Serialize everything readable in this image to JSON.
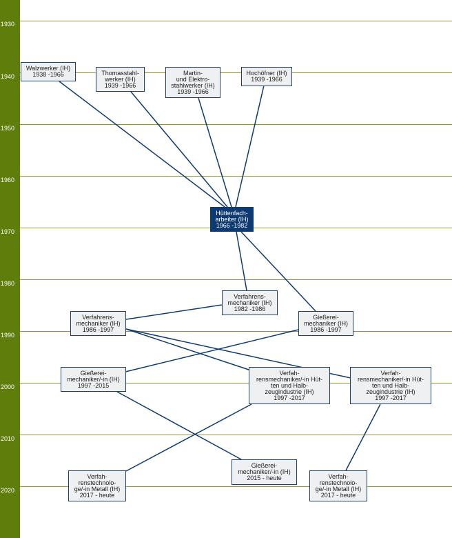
{
  "axis": {
    "years": [
      "1930",
      "1940",
      "1950",
      "1960",
      "1970",
      "1980",
      "1990",
      "2000",
      "2010",
      "2020"
    ]
  },
  "colors": {
    "sidebar": "#5f7d0b",
    "gridline": "#8a9a35",
    "link": "#0d3a73",
    "node_border": "#1f3f6b",
    "node_fill": "#eef0f2",
    "active_fill": "#0d3a73"
  },
  "nodes": {
    "walzwerker": "Walzwerker (IH)\n1938 -1966",
    "thomasstahlwerker": "Thomasstahl-\nwerker (IH)\n1939 -1966",
    "martin": "Martin-\nund Elektro-\nstahlwerker (IH)\n1939 -1966",
    "hochofner": "Hochöfner (IH)\n1939 -1966",
    "huettenfacharbeiter": "Hüttenfach-\narbeiter (IH)\n1966 -1982",
    "verfahrensmech_1982": "Verfahrens-\nmechaniker (IH)\n1982 -1986",
    "verfahrensmech_1986": "Verfahrens-\nmechaniker (IH)\n1986 -1997",
    "giessereimech_1986": "Gießerei-\nmechaniker (IH)\n1986 -1997",
    "giessereimech_1997": "Gießerei-\nmechaniker/-in (IH)\n1997 -2015",
    "verfahrensmech_huetten_a": "Verfah-\nrensmechaniker/-in Hüt-\nten und Halb-\nzeugindustrie (IH)\n1997 -2017",
    "verfahrensmech_huetten_b": "Verfah-\nrensmechaniker/-in Hüt-\nten und Halb-\nzeugindustrie (IH)\n1997 -2017",
    "giessereimech_2015": "Gießerei-\nmechaniker/-in (IH)\n2015 - heute",
    "verfahrenstech_a": "Verfah-\nrenstechnolo-\nge/-in Metall (IH)\n2017 - heute",
    "verfahrenstech_b": "Verfah-\nrenstechnolo-\nge/-in Metall (IH)\n2017 - heute"
  }
}
